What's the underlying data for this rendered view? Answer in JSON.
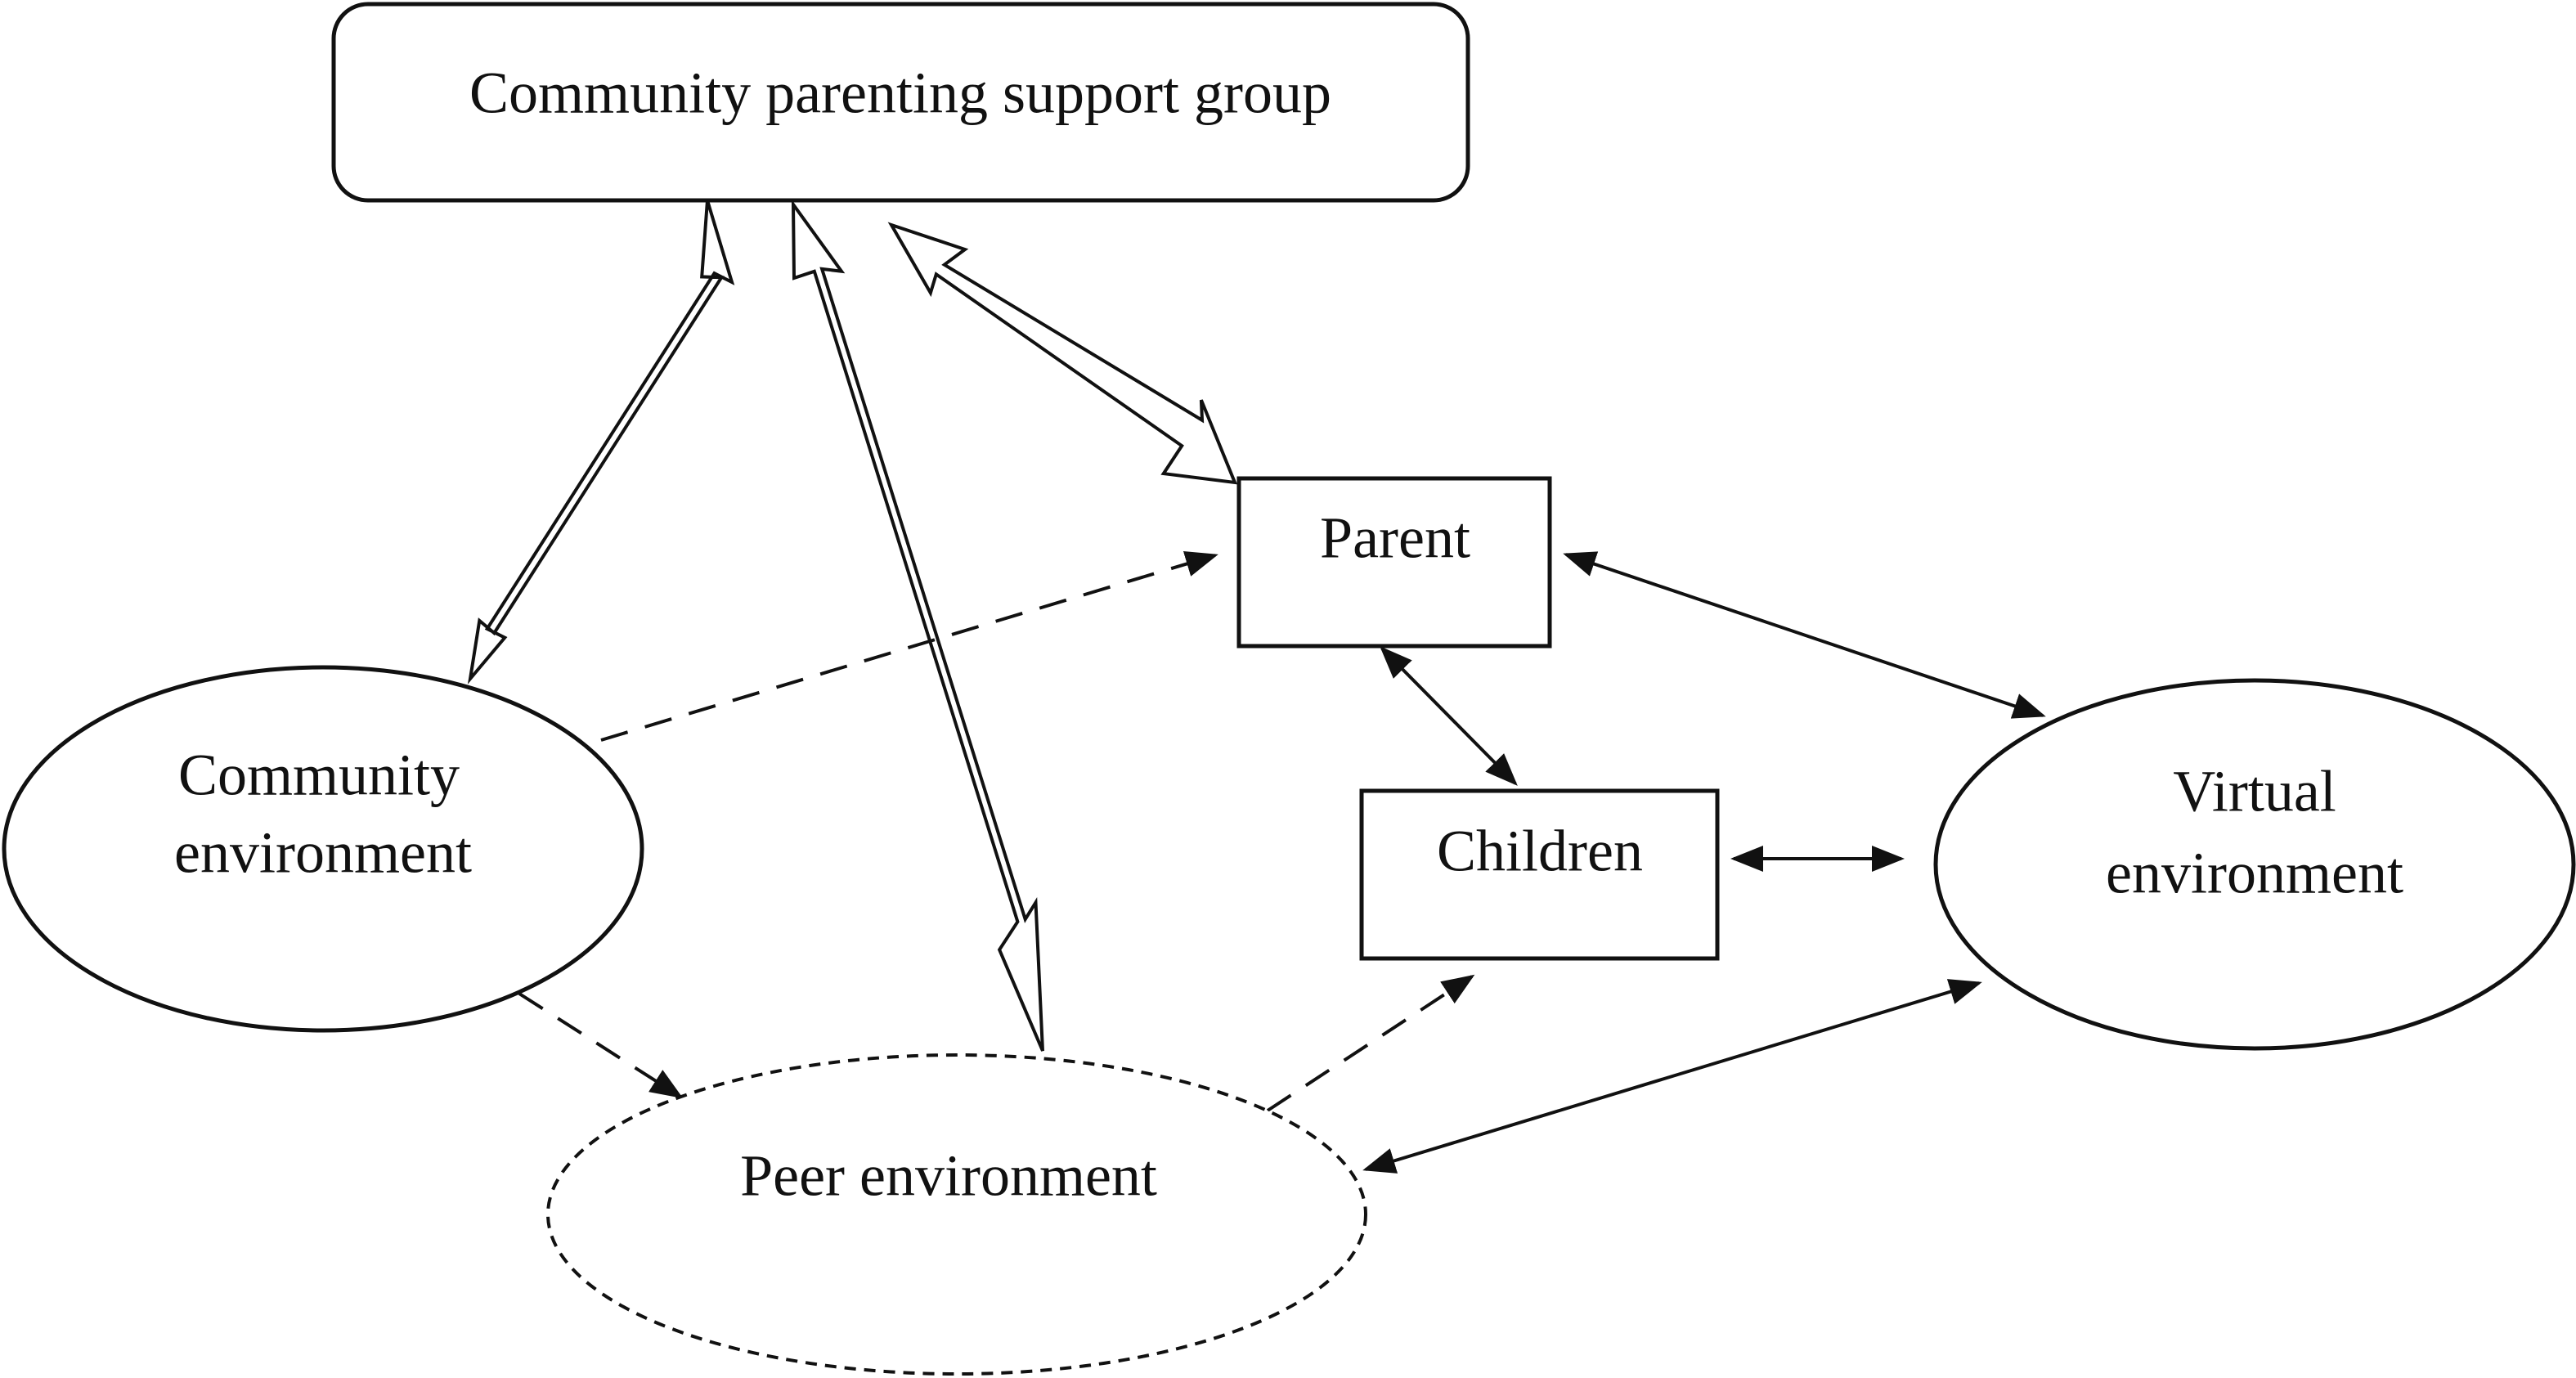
{
  "nodes": {
    "community_parenting_support_group": "Community parenting support group",
    "parent": "Parent",
    "children": "Children",
    "community_environment": [
      "Community",
      "environment"
    ],
    "virtual_environment": [
      "Virtual",
      "environment"
    ],
    "peer_environment": "Peer environment"
  },
  "connections": [
    {
      "from": "community_parenting_support_group",
      "to": "community_environment",
      "style": "hollow-double-arrow"
    },
    {
      "from": "community_parenting_support_group",
      "to": "peer_environment",
      "style": "hollow-double-arrow"
    },
    {
      "from": "community_parenting_support_group",
      "to": "parent",
      "style": "hollow-double-arrow"
    },
    {
      "from": "community_environment",
      "to": "parent",
      "style": "dashed-arrow"
    },
    {
      "from": "community_environment",
      "to": "peer_environment",
      "style": "dashed-arrow"
    },
    {
      "from": "peer_environment",
      "to": "children",
      "style": "dashed-arrow"
    },
    {
      "from": "parent",
      "to": "children",
      "style": "solid-double-arrow"
    },
    {
      "from": "parent",
      "to": "virtual_environment",
      "style": "solid-double-arrow"
    },
    {
      "from": "children",
      "to": "virtual_environment",
      "style": "solid-double-arrow"
    },
    {
      "from": "peer_environment",
      "to": "virtual_environment",
      "style": "solid-double-arrow"
    }
  ]
}
